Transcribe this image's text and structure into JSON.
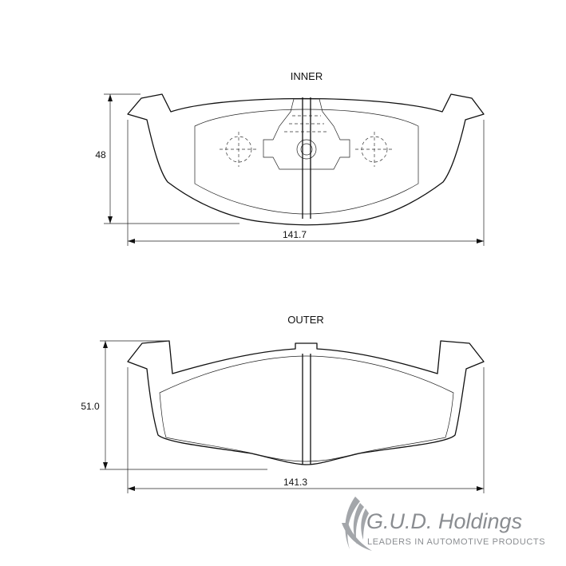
{
  "inner": {
    "title": "INNER",
    "height_dim": "48",
    "width_dim": "141.7"
  },
  "outer": {
    "title": "OUTER",
    "height_dim": "51.0",
    "width_dim": "141.3"
  },
  "logo": {
    "brand": "G.U.D. Holdings",
    "tagline": "LEADERS IN AUTOMOTIVE PRODUCTS",
    "icon": "gud-holdings-swoosh-icon"
  }
}
